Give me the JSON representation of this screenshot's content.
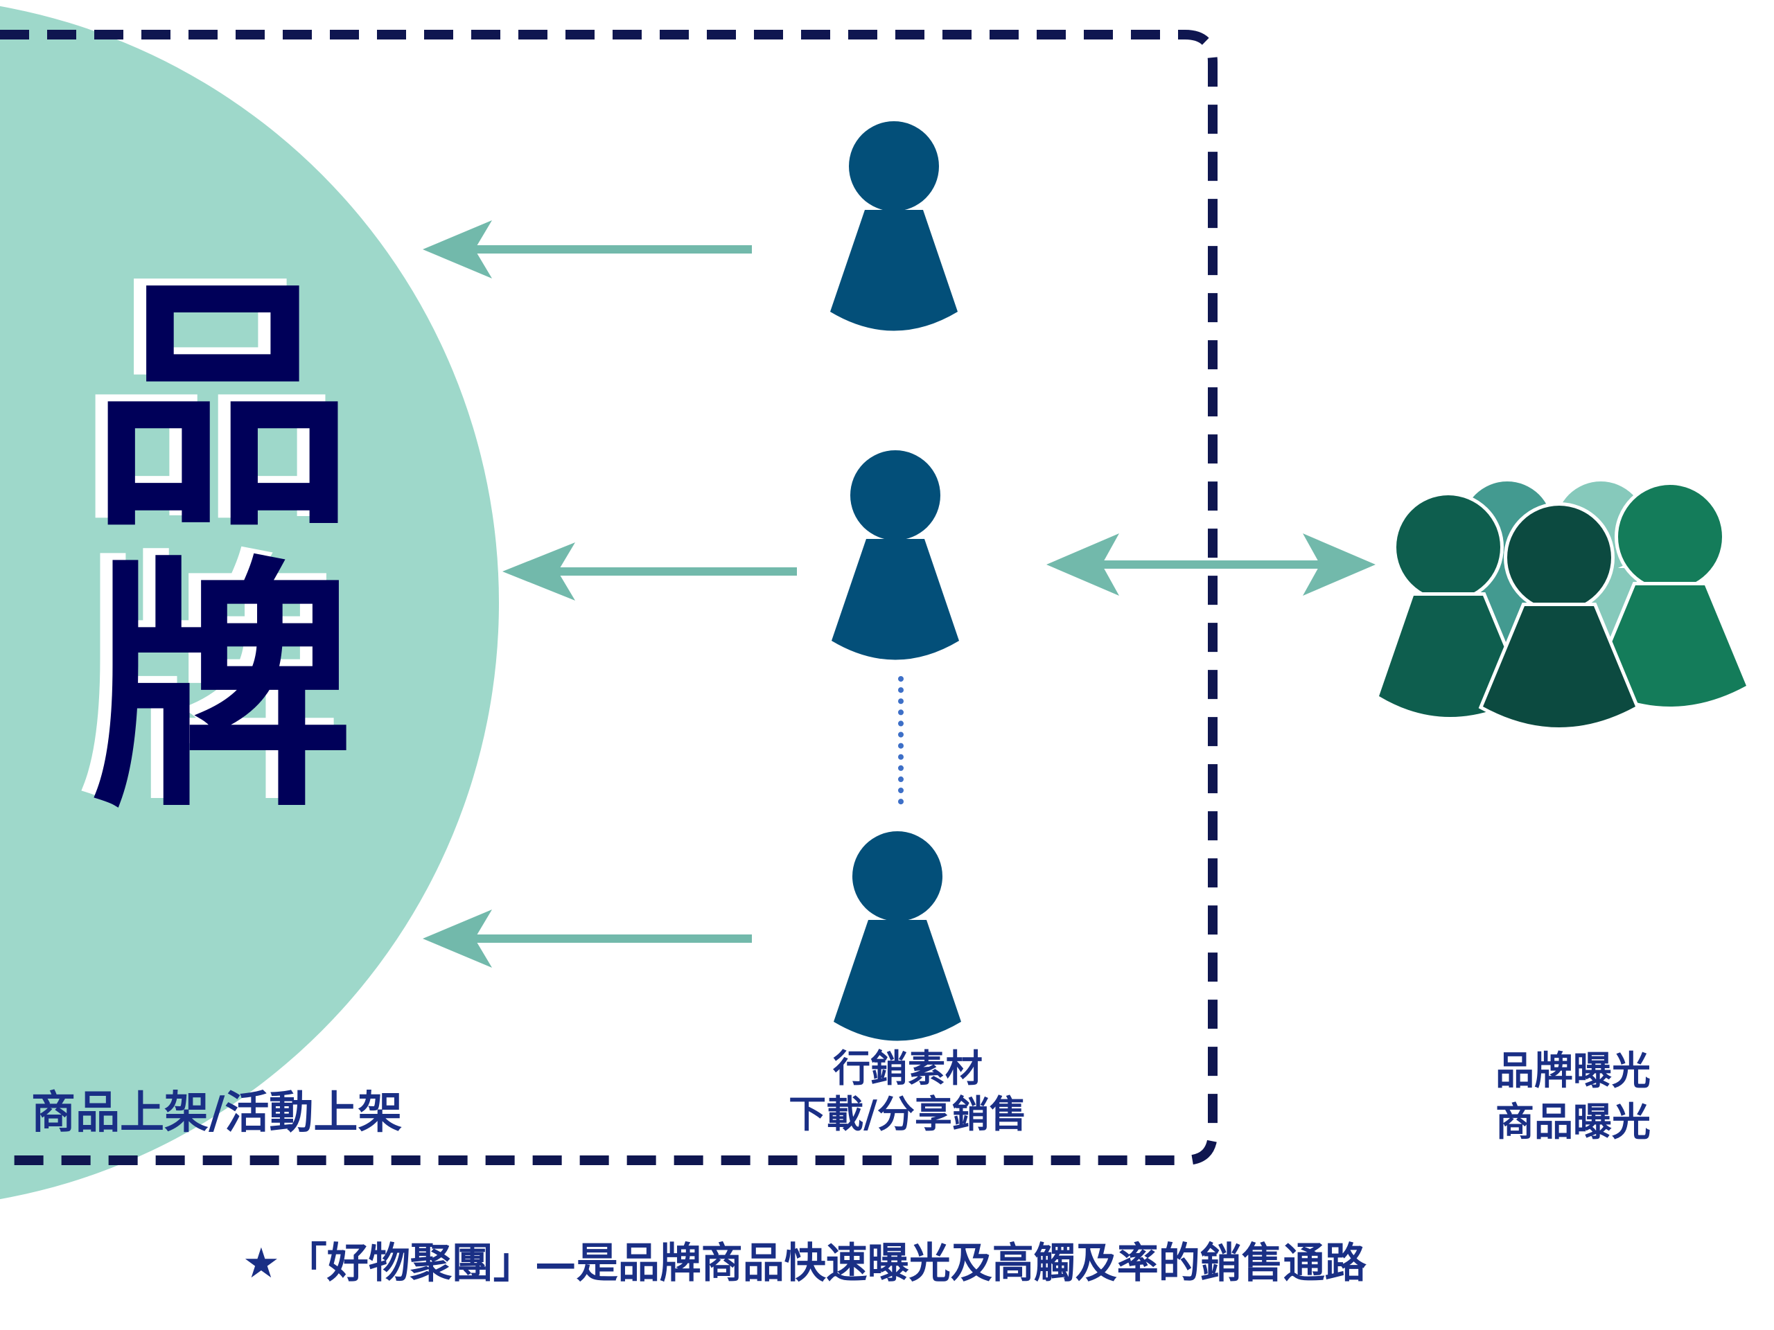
{
  "brand": {
    "char_1": "品",
    "char_2": "牌",
    "caption": "商品上架/活動上架"
  },
  "materials": {
    "line_1": "行銷素材",
    "line_2": "下載/分享銷售"
  },
  "exposure": {
    "line_1": "品牌曝光",
    "line_2": "商品曝光"
  },
  "footer": {
    "star": "★",
    "text": "「好物聚團」—是品牌商品快速曝光及高觸及率的銷售通路"
  },
  "icons": [
    "person-icon",
    "group-icon",
    "arrow-icon",
    "star-icon"
  ],
  "colors": {
    "circle": "#9ed8ca",
    "arrow": "#72b9ab",
    "person": "#034f79",
    "dashed_border": "#0f1650",
    "text": "#1a2f85",
    "brand_text": "#000059",
    "dotted_line": "#3d6fc7",
    "group_colors": [
      "#0e5e4e",
      "#0c4a40",
      "#147c5a",
      "#439a90",
      "#86c9bb"
    ]
  }
}
